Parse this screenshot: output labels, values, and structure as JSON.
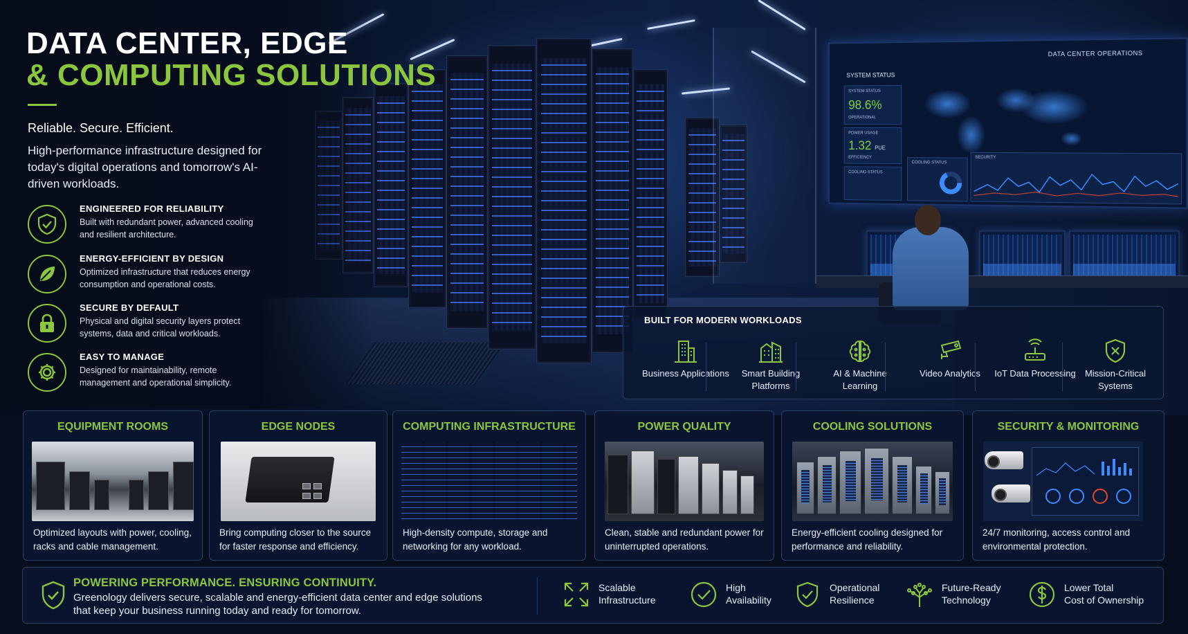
{
  "header": {
    "title_line1": "DATA CENTER, EDGE",
    "title_line2": "& COMPUTING SOLUTIONS",
    "tagline": "Reliable. Secure. Efficient.",
    "intro": "High-performance infrastructure designed for today's digital operations and tomorrow's AI-driven workloads."
  },
  "features": [
    {
      "icon": "shield-check-icon",
      "title": "ENGINEERED FOR RELIABILITY",
      "desc": "Built with redundant power, advanced cooling and resilient architecture."
    },
    {
      "icon": "leaf-icon",
      "title": "ENERGY-EFFICIENT BY DESIGN",
      "desc": "Optimized infrastructure that reduces energy consumption and operational costs."
    },
    {
      "icon": "lock-icon",
      "title": "SECURE BY DEFAULT",
      "desc": "Physical and digital security layers protect systems, data and critical workloads."
    },
    {
      "icon": "gear-icon",
      "title": "EASY TO MANAGE",
      "desc": "Designed for maintainability, remote management and operational simplicity."
    }
  ],
  "wall_screen": {
    "title": "DATA CENTER OPERATIONS",
    "status_heading": "SYSTEM STATUS",
    "system_status_label": "SYSTEM STATUS",
    "system_status_value": "98.6%",
    "system_status_sub": "OPERATIONAL",
    "power_label": "POWER USAGE",
    "power_value": "1.32",
    "power_unit": "PUE",
    "power_sub": "EFFICIENCY",
    "cooling_label_1": "COOLING STATUS",
    "cooling_label_2": "COOLING STATUS",
    "security_label": "SECURITY"
  },
  "workloads": {
    "title": "BUILT FOR MODERN WORKLOADS",
    "items": [
      {
        "icon": "building-icon",
        "label": "Business Applications"
      },
      {
        "icon": "smart-building-icon",
        "label": "Smart Building Platforms"
      },
      {
        "icon": "brain-icon",
        "label": "AI & Machine Learning"
      },
      {
        "icon": "camera-icon",
        "label": "Video Analytics"
      },
      {
        "icon": "router-icon",
        "label": "IoT Data Processing"
      },
      {
        "icon": "shield-x-icon",
        "label": "Mission-Critical Systems"
      }
    ]
  },
  "cards": [
    {
      "title": "EQUIPMENT ROOMS",
      "desc": "Optimized layouts with power, cooling, racks and cable management."
    },
    {
      "title": "EDGE NODES",
      "desc": "Bring computing closer to the source for faster response and efficiency."
    },
    {
      "title": "COMPUTING INFRASTRUCTURE",
      "desc": "High-density compute, storage and networking for any workload."
    },
    {
      "title": "POWER QUALITY",
      "desc": "Clean, stable and redundant power for uninterrupted operations."
    },
    {
      "title": "COOLING SOLUTIONS",
      "desc": "Energy-efficient cooling designed for performance and reliability."
    },
    {
      "title": "SECURITY & MONITORING",
      "desc": "24/7 monitoring, access control and environmental protection."
    }
  ],
  "banner": {
    "title": "POWERING PERFORMANCE. ENSURING CONTINUITY.",
    "text": "Greenology delivers secure, scalable and energy-efficient data center and edge solutions that keep your business running today and ready for tomorrow.",
    "items": [
      {
        "icon": "expand-arrows-icon",
        "line1": "Scalable",
        "line2": "Infrastructure"
      },
      {
        "icon": "check-circle-icon",
        "line1": "High",
        "line2": "Availability"
      },
      {
        "icon": "shield-check-icon",
        "line1": "Operational",
        "line2": "Resilience"
      },
      {
        "icon": "circuit-tree-icon",
        "line1": "Future-Ready",
        "line2": "Technology"
      },
      {
        "icon": "dollar-circle-icon",
        "line1": "Lower Total",
        "line2": "Cost of Ownership"
      }
    ]
  },
  "colors": {
    "accent": "#8cc63f",
    "background": "#070f1f",
    "panel": "#0a1630",
    "border": "#2a3d63"
  }
}
